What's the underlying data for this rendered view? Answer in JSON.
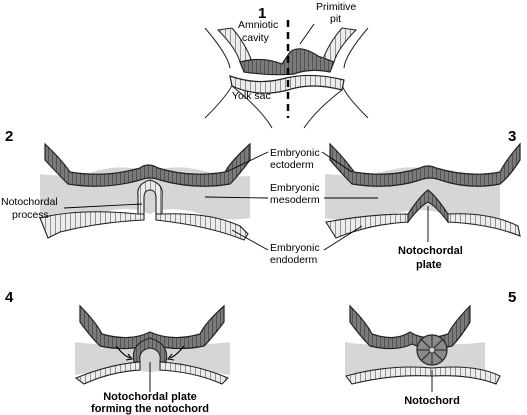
{
  "panels": {
    "p1": {
      "number": "1",
      "labels": {
        "amniotic_cavity_1": "Amniotic",
        "amniotic_cavity_2": "cavity",
        "primitive_pit_1": "Primitive",
        "primitive_pit_2": "pit",
        "yolk_sac": "Yolk sac"
      }
    },
    "p2": {
      "number": "2",
      "labels": {
        "notochordal_process_1": "Notochordal",
        "notochordal_process_2": "process"
      }
    },
    "p3": {
      "number": "3",
      "labels": {
        "notochordal_plate_1": "Notochordal",
        "notochordal_plate_2": "plate"
      }
    },
    "p4": {
      "number": "4",
      "labels": {
        "forming_1": "Notochordal plate",
        "forming_2": "forming the notochord"
      }
    },
    "p5": {
      "number": "5",
      "labels": {
        "notochord": "Notochord"
      }
    }
  },
  "shared_labels": {
    "ectoderm_1": "Embryonic",
    "ectoderm_2": "ectoderm",
    "mesoderm_1": "Embryonic",
    "mesoderm_2": "mesoderm",
    "endoderm_1": "Embryonic",
    "endoderm_2": "endoderm"
  },
  "colors": {
    "ectoderm": "#7a7a7a",
    "endoderm": "#e8e8e8",
    "mesoderm": "#d6d6d6",
    "outline": "#222222"
  }
}
